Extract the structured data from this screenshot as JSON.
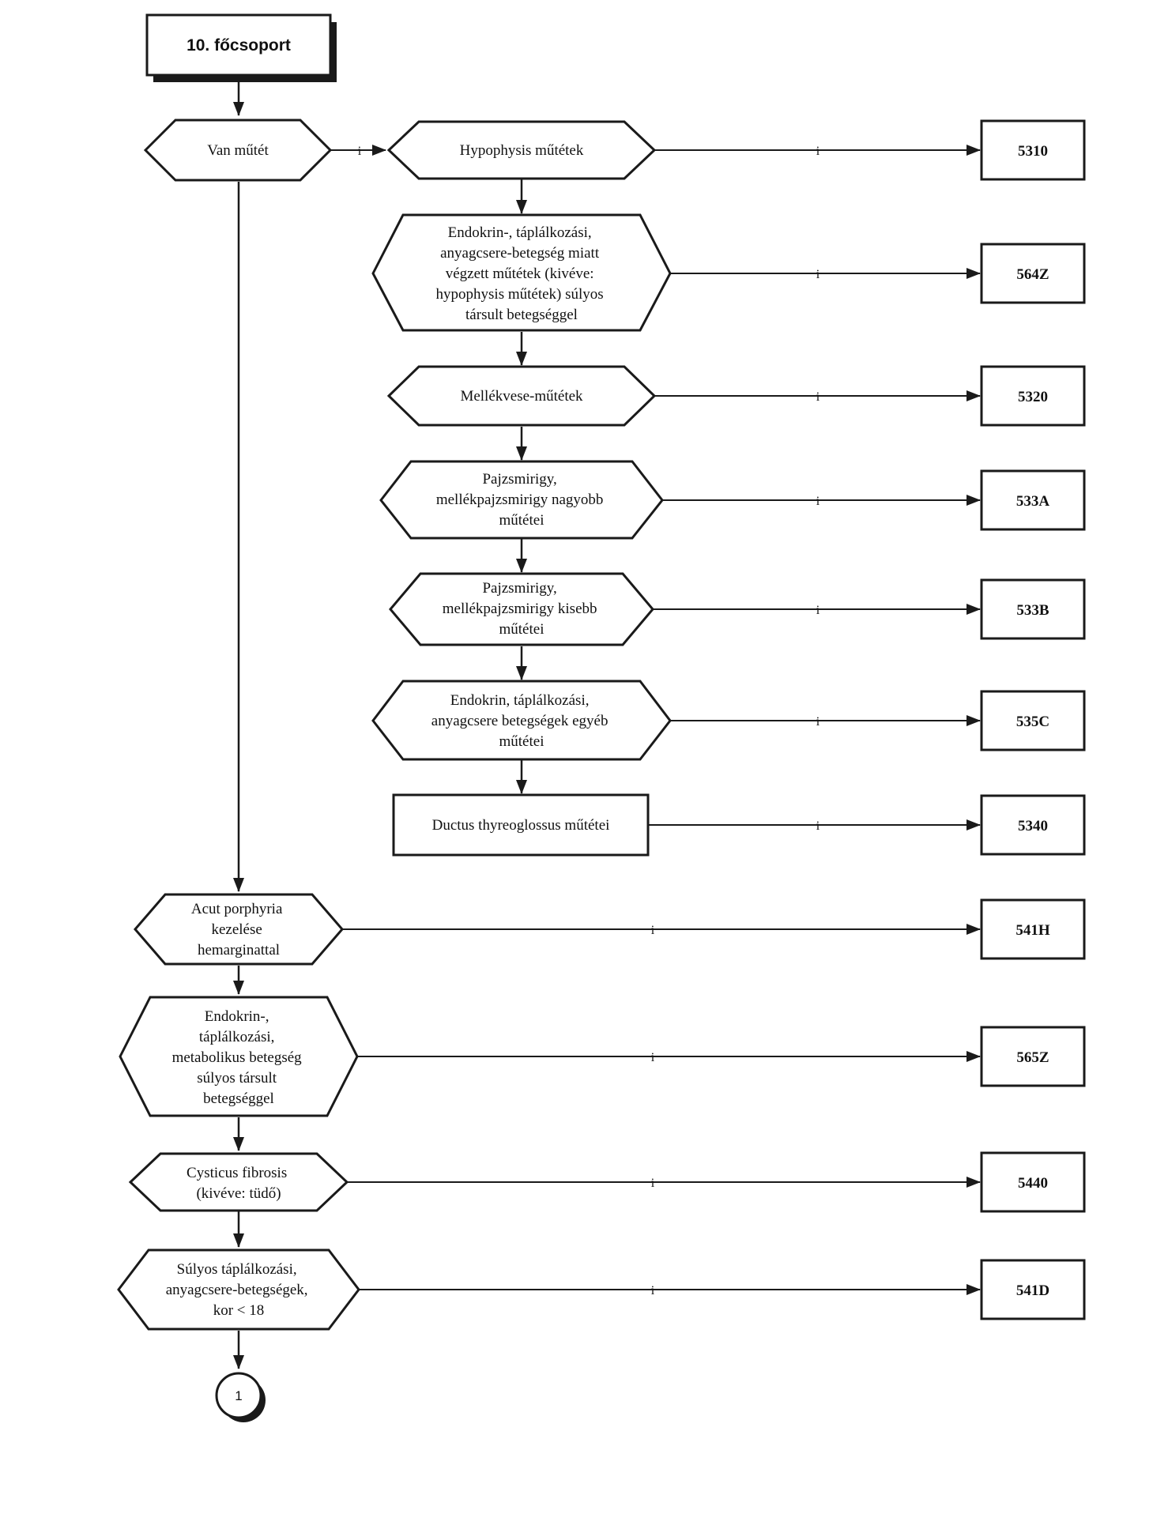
{
  "start": {
    "label": "10. főcsoport"
  },
  "decisions": [
    {
      "id": "van-mutet",
      "label": [
        "Van műtét"
      ]
    },
    {
      "id": "hypophysis",
      "label": [
        "Hypophysis műtétek"
      ]
    },
    {
      "id": "endokrin-sulyos",
      "label": [
        "Endokrin-, táplálkozási,",
        "anyagcsere-betegség miatt",
        "végzett műtétek (kivéve:",
        "hypophysis műtétek) súlyos",
        "társult betegséggel"
      ]
    },
    {
      "id": "mellekvese",
      "label": [
        "Mellékvese-műtétek"
      ]
    },
    {
      "id": "pajzsmirigy-nagyobb",
      "label": [
        "Pajzsmirigy,",
        "mellékpajzsmirigy nagyobb",
        "műtétei"
      ]
    },
    {
      "id": "pajzsmirigy-kisebb",
      "label": [
        "Pajzsmirigy,",
        "mellékpajzsmirigy kisebb",
        "műtétei"
      ]
    },
    {
      "id": "endokrin-egyeb",
      "label": [
        "Endokrin, táplálkozási,",
        "anyagcsere betegségek egyéb",
        "műtétei"
      ]
    },
    {
      "id": "ductus",
      "label": [
        "Ductus thyreoglossus műtétei"
      ]
    },
    {
      "id": "porphyria",
      "label": [
        "Acut porphyria",
        "kezelése",
        "hemarginattal"
      ]
    },
    {
      "id": "endokrin-metabolikus",
      "label": [
        "Endokrin-,",
        "táplálkozási,",
        "metabolikus betegség",
        "súlyos társult",
        "betegséggel"
      ]
    },
    {
      "id": "cysticus",
      "label": [
        "Cysticus fibrosis",
        "(kivéve: tüdő)"
      ]
    },
    {
      "id": "sulyos-taplalkozasi",
      "label": [
        "Súlyos táplálkozási,",
        "anyagcsere-betegségek,",
        "kor < 18"
      ]
    }
  ],
  "outcomes": [
    "5310",
    "564Z",
    "5320",
    "533A",
    "533B",
    "535C",
    "5340",
    "541H",
    "565Z",
    "5440",
    "541D"
  ],
  "edge_label_yes": "i",
  "connector": {
    "label": "1"
  }
}
